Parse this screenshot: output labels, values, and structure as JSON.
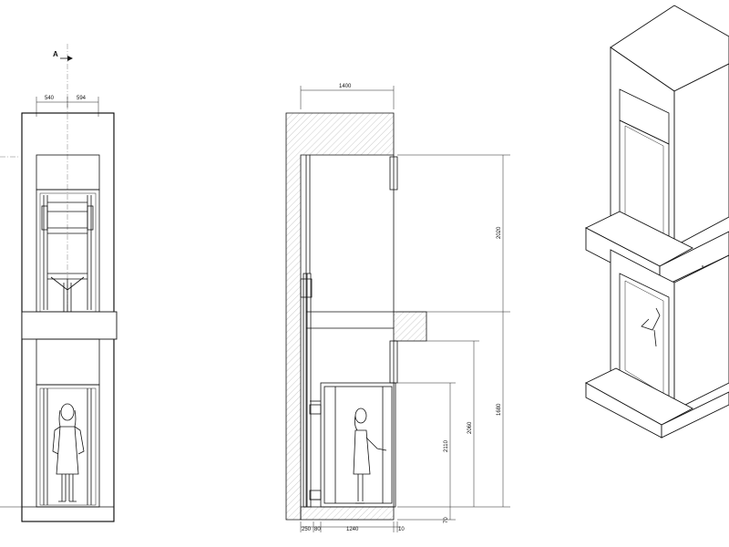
{
  "labels": {
    "section_marker": "A"
  },
  "dimensions": {
    "front_left_half": "540",
    "front_right_half": "594",
    "top_width": "1400",
    "upper_height": "2020",
    "total_height": "1680",
    "cabin_height": "2110",
    "cabin_inner_height": "2060",
    "pit": "70",
    "bottom_wall_1": "250",
    "bottom_wall_2": "80",
    "cabin_width": "1240",
    "bottom_gap": "10"
  }
}
